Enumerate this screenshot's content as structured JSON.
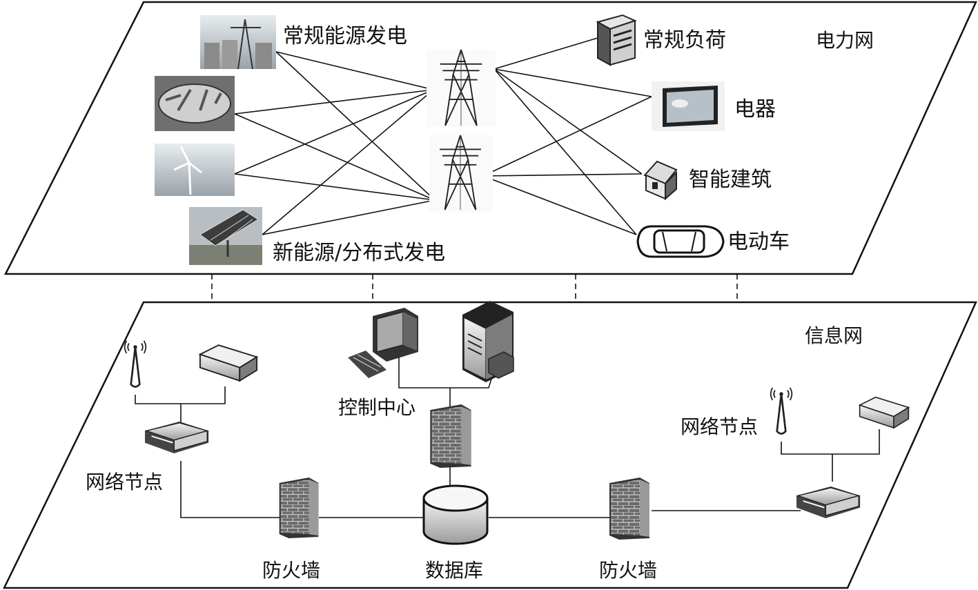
{
  "power_grid": {
    "layer_label": "电力网",
    "conventional_generation": "常规能源发电",
    "new_energy_generation": "新能源/分布式发电",
    "conventional_load": "常规负荷",
    "appliances": "电器",
    "smart_building": "智能建筑",
    "electric_vehicle": "电动车"
  },
  "info_network": {
    "layer_label": "信息网",
    "control_center": "控制中心",
    "network_node_left": "网络节点",
    "network_node_right": "网络节点",
    "firewall_left": "防火墙",
    "database": "数据库",
    "firewall_right": "防火墙"
  },
  "colors": {
    "line": "#111111",
    "device_gray": "#d4d4d4",
    "device_dark": "#555555",
    "photo_sky": "#cfd6dc"
  }
}
